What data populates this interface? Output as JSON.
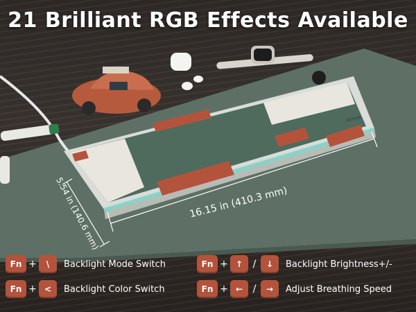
{
  "headline": "21 Brilliant RGB Effects Available",
  "keyboard": {
    "brand": "Rimus",
    "width_label": "16.15 in (410.3 mm)",
    "height_label": "5.54 in (140.6 mm)"
  },
  "shortcuts": [
    {
      "keys": [
        "Fn",
        "+",
        "\\"
      ],
      "separator": "",
      "alt_keys": [],
      "description": "Backlight Mode Switch"
    },
    {
      "keys": [
        "Fn",
        "+",
        "↑"
      ],
      "separator": "/",
      "alt_keys": [
        "↓"
      ],
      "description": "Backlight Brightness+/-"
    },
    {
      "keys": [
        "Fn",
        "+",
        "<"
      ],
      "separator": "",
      "alt_keys": [],
      "description": "Backlight Color Switch"
    },
    {
      "keys": [
        "Fn",
        "+",
        "←"
      ],
      "separator": "/",
      "alt_keys": [
        "→"
      ],
      "description": "Adjust Breathing Speed"
    }
  ],
  "colors": {
    "key_badge": "#b4533c",
    "desk_mat": "#5e7066",
    "keycap_green": "#4e6b5e",
    "keycap_white": "#e9e6df",
    "keycap_orange": "#b4533c"
  }
}
